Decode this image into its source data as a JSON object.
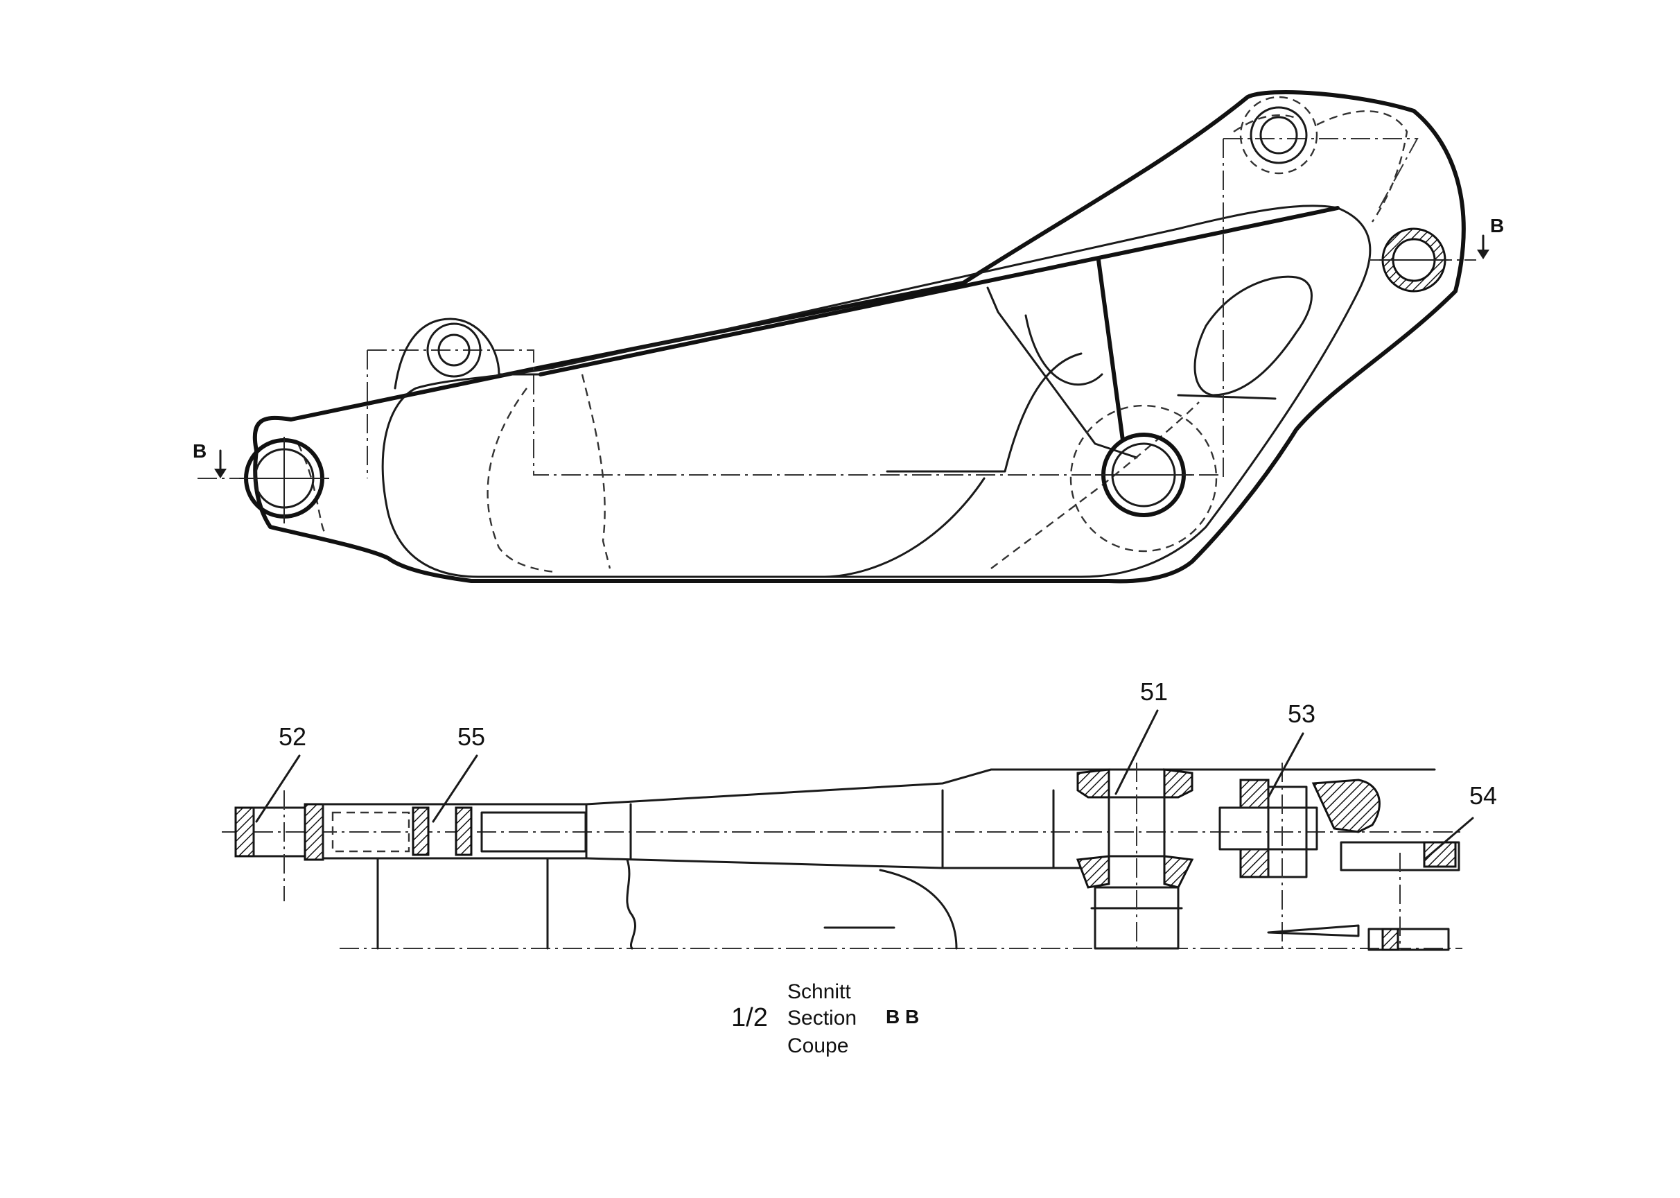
{
  "section_markers": {
    "left": "B",
    "right": "B"
  },
  "callouts": [
    {
      "id": "52",
      "text": "52"
    },
    {
      "id": "55",
      "text": "55"
    },
    {
      "id": "51",
      "text": "51"
    },
    {
      "id": "53",
      "text": "53"
    },
    {
      "id": "54",
      "text": "54"
    }
  ],
  "caption": {
    "scale": "1/2",
    "line1": "Schnitt",
    "line2": "Section",
    "line3": "Coupe",
    "section_id": "B B"
  }
}
